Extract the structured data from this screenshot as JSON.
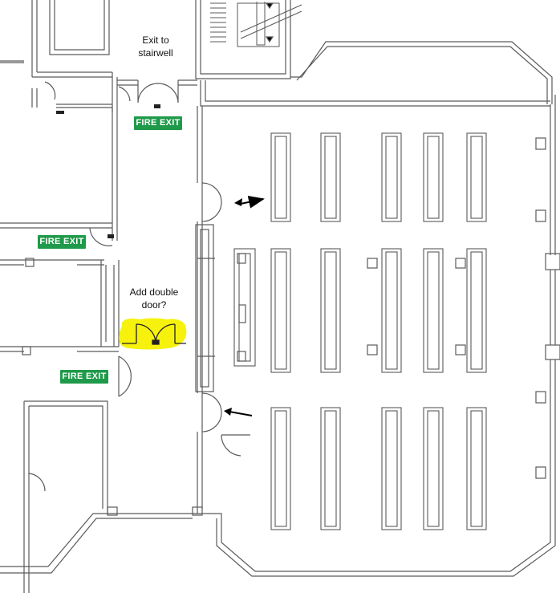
{
  "annotations": {
    "exit_stairwell": "Exit to\nstairwell",
    "add_double_door": "Add double\ndoor?"
  },
  "signs": {
    "fire_exit_top": "FIRE EXIT",
    "fire_exit_left": "FIRE EXIT",
    "fire_exit_lower": "FIRE EXIT"
  },
  "colors": {
    "wall": "#5a5a5a",
    "sign_green": "#1f9a4a",
    "highlight": "#f6f20d",
    "arrow": "#000000"
  },
  "icons": [
    "exit-door-icon",
    "direction-arrow-icon",
    "stairwell-icon"
  ]
}
